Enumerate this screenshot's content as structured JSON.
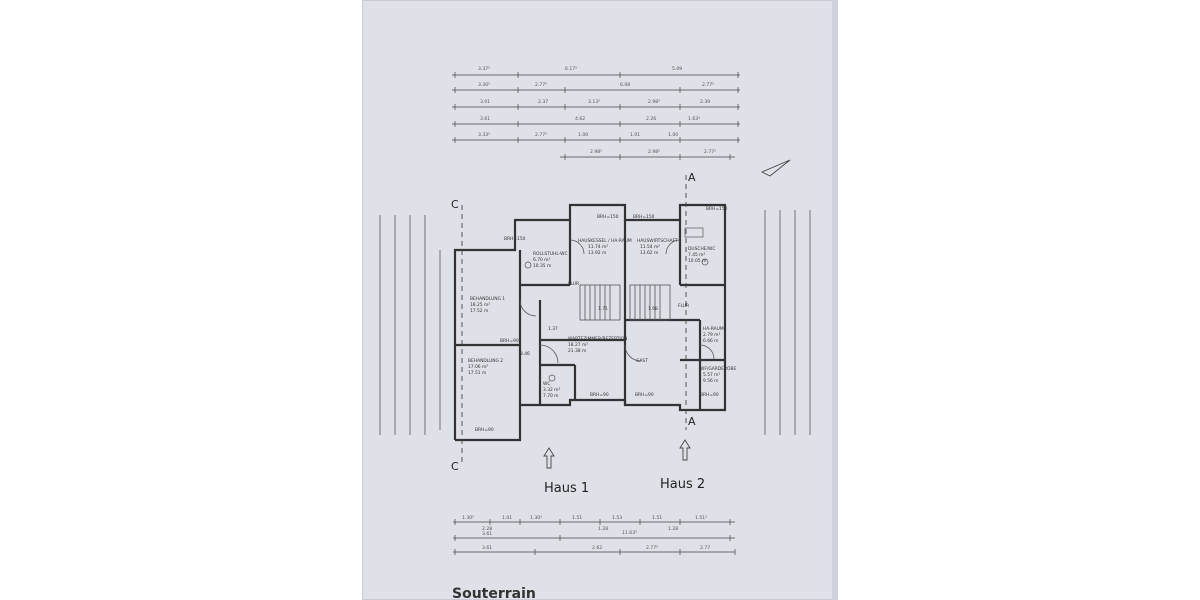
{
  "drawing": {
    "floor_title": "Souterrain",
    "houses": [
      "Haus 1",
      "Haus 2"
    ],
    "section_markers": {
      "left_top": "C",
      "left_bottom": "C",
      "right_top": "A",
      "right_bottom": "A"
    }
  },
  "top_dims": {
    "row1": [
      "3.37⁵",
      "6.17⁵",
      "5.09"
    ],
    "row2": [
      "3.30⁵",
      "2.77⁵",
      "6.08",
      "2.77⁵"
    ],
    "row3": [
      "3.01",
      "2.37",
      "3.13⁵",
      "2.98⁵",
      "2.39"
    ],
    "row4": [
      "3.61",
      "4.62",
      "2.26",
      "1.63⁵"
    ],
    "row5": [
      "3.33⁵",
      "2.77⁵",
      "1.00",
      "1.01",
      "1.00"
    ],
    "row6": [
      "2.98⁵",
      "2.98⁵",
      "2.77⁵"
    ]
  },
  "bottom_dims": {
    "row1": [
      "1.30⁵",
      "1.01",
      "1.30⁵",
      "1.51",
      "1.53",
      "1.51",
      "1.51⁵"
    ],
    "row2": [
      "2.28",
      "1.28",
      "1.28"
    ],
    "row3": [
      "3.61",
      "11.63⁵"
    ],
    "row4": [
      "3.61",
      "2.62",
      "2.77⁵",
      "2.77"
    ]
  },
  "rooms": [
    {
      "name": "ROLLSTUHL-WC",
      "area": "6.70 m²",
      "perimeter": "10.35 m"
    },
    {
      "name": "HAUSKESSEL / HA-RAUM",
      "area": "11.74 m²",
      "perimeter": "13.92 m"
    },
    {
      "name": "HAUSWIRTSCHAFT",
      "area": "11.54 m²",
      "perimeter": "13.62 m"
    },
    {
      "name": "DUSCHE/WC",
      "area": "7.45 m²",
      "perimeter": "10.05 m"
    },
    {
      "name": "BEHANDLUNG 1",
      "area": "18.25 m²",
      "perimeter": "17.52 m"
    },
    {
      "name": "BEHANDLUNG 2",
      "area": "17.06 m²",
      "perimeter": "17.51 m"
    },
    {
      "name": "WARTEZIMMER/REZEPTION",
      "area": "18.27 m²",
      "perimeter": "21.38 m"
    },
    {
      "name": "FLUR",
      "area": "",
      "perimeter": ""
    },
    {
      "name": "FLUR",
      "area": "",
      "perimeter": ""
    },
    {
      "name": "HA-RAUM",
      "area": "2.79 m²",
      "perimeter": "6.66 m"
    },
    {
      "name": "GAST",
      "area": "",
      "perimeter": ""
    },
    {
      "name": "WF/GARDEROBE",
      "area": "5.57 m²",
      "perimeter": "9.56 m"
    },
    {
      "name": "WC",
      "area": "3.32 m²",
      "perimeter": "7.70 m"
    }
  ],
  "brh_labels": [
    "BRH=150",
    "BRH=150",
    "BRH=150",
    "BRH=150",
    "BRH=90",
    "BRH=90",
    "BRH=90",
    "BRH=90",
    "BRH=90"
  ],
  "small_labels": {
    "stair1": "1.71",
    "stair2": "1.68",
    "wall1": "1.37",
    "wall2": "3.46"
  }
}
